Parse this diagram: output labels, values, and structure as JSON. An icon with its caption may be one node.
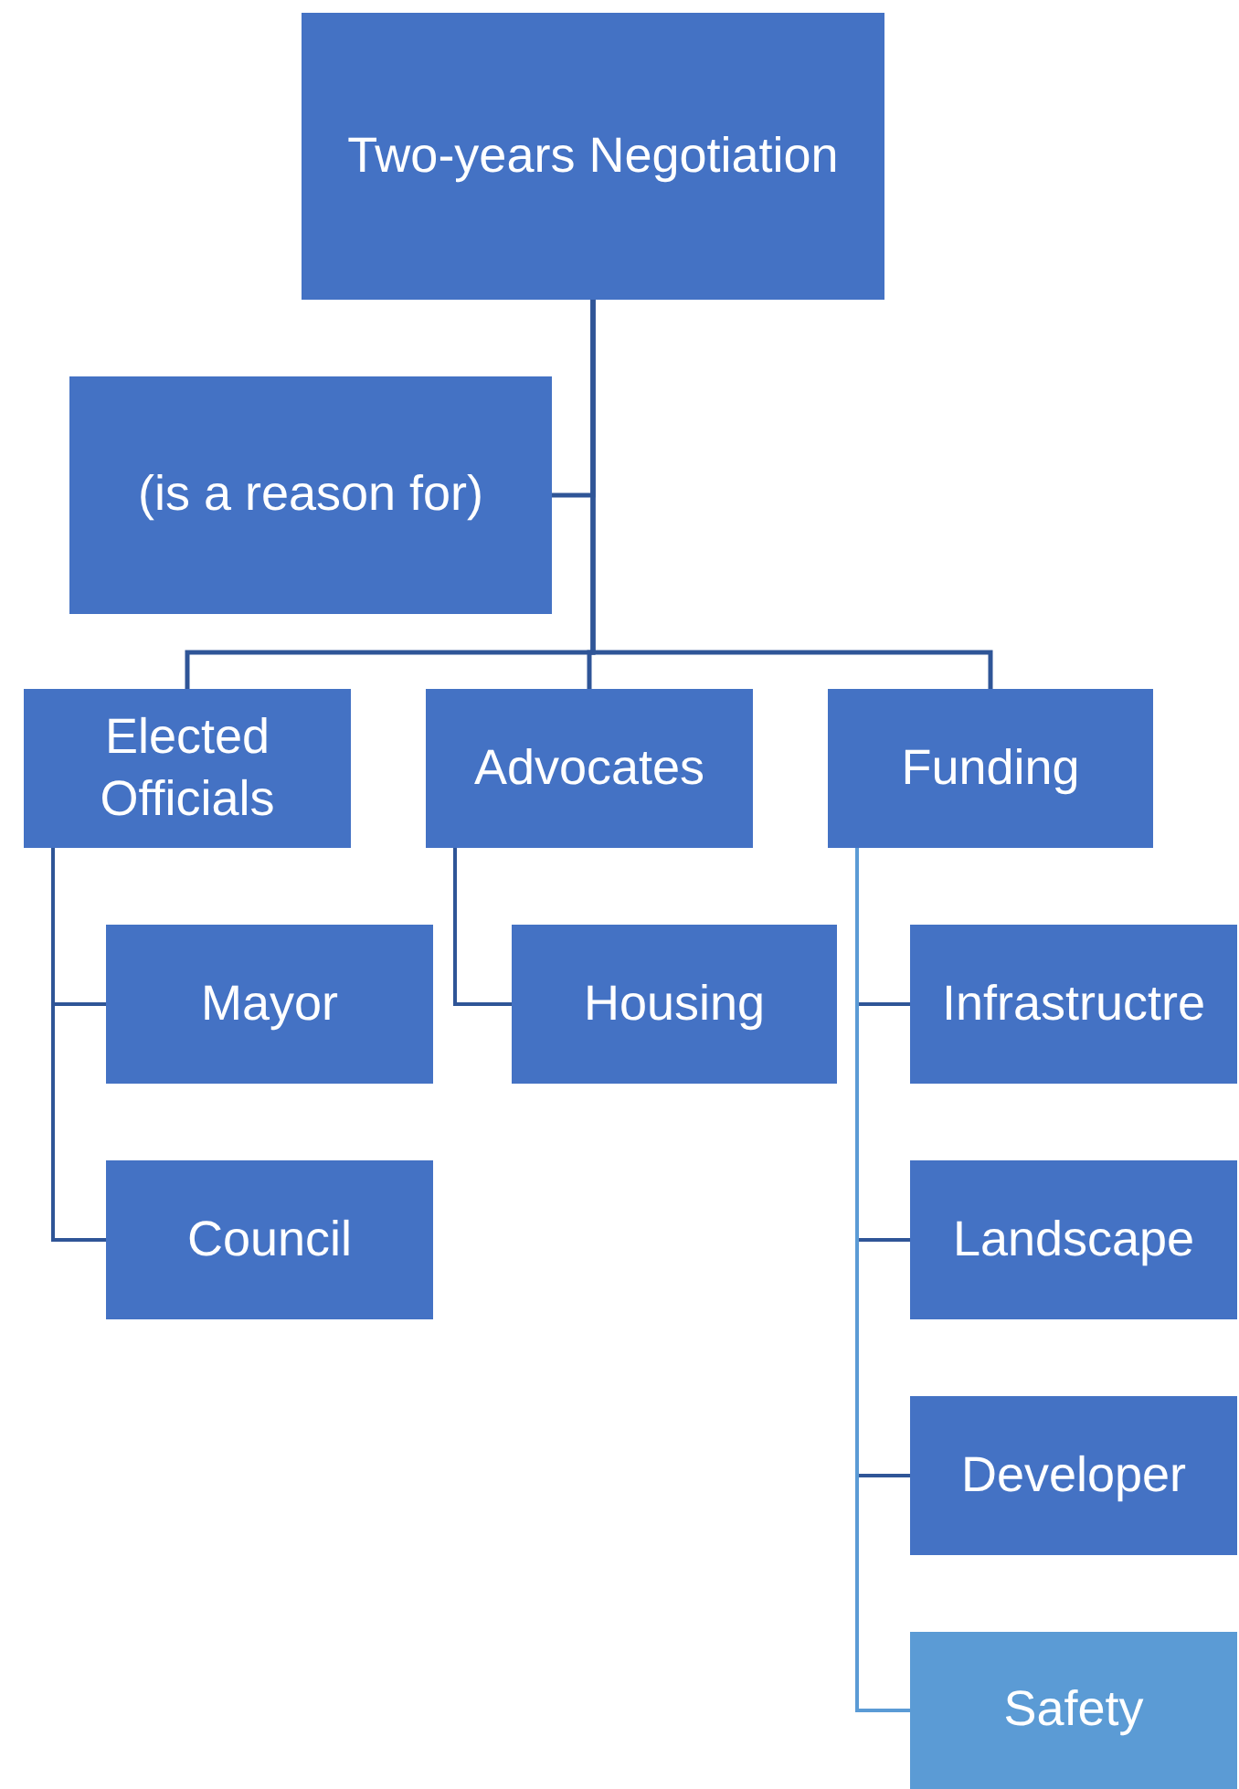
{
  "diagram": {
    "nodes": [
      {
        "text": [
          "Two-years Negotiation"
        ]
      },
      {
        "text": [
          "(is a reason for)"
        ]
      },
      {
        "text": [
          "Elected Officials"
        ]
      },
      {
        "text": [
          "Advocates"
        ]
      },
      {
        "text": [
          "Funding"
        ]
      },
      {
        "text": [
          "Mayor"
        ]
      },
      {
        "text": [
          "Council"
        ]
      },
      {
        "text": [
          "Housing"
        ]
      },
      {
        "text": [
          "Infrastructre"
        ]
      },
      {
        "text": [
          "Landscape"
        ]
      },
      {
        "text": [
          "Developer"
        ]
      },
      {
        "text": [
          "Safety"
        ]
      }
    ],
    "edges": [
      {
        "from": 0,
        "to": 1,
        "arrow": "none"
      },
      {
        "from": 0,
        "to": 2,
        "arrow": "none"
      },
      {
        "from": 0,
        "to": 3,
        "arrow": "none"
      },
      {
        "from": 0,
        "to": 4,
        "arrow": "none"
      },
      {
        "from": 2,
        "to": 5,
        "arrow": "none"
      },
      {
        "from": 2,
        "to": 6,
        "arrow": "none"
      },
      {
        "from": 3,
        "to": 7,
        "arrow": "none"
      },
      {
        "from": 4,
        "to": 8,
        "arrow": "none"
      },
      {
        "from": 4,
        "to": 9,
        "arrow": "none"
      },
      {
        "from": 4,
        "to": 10,
        "arrow": "none"
      },
      {
        "from": 4,
        "to": 11,
        "arrow": "none",
        "color": "#5b9bd5"
      }
    ]
  }
}
